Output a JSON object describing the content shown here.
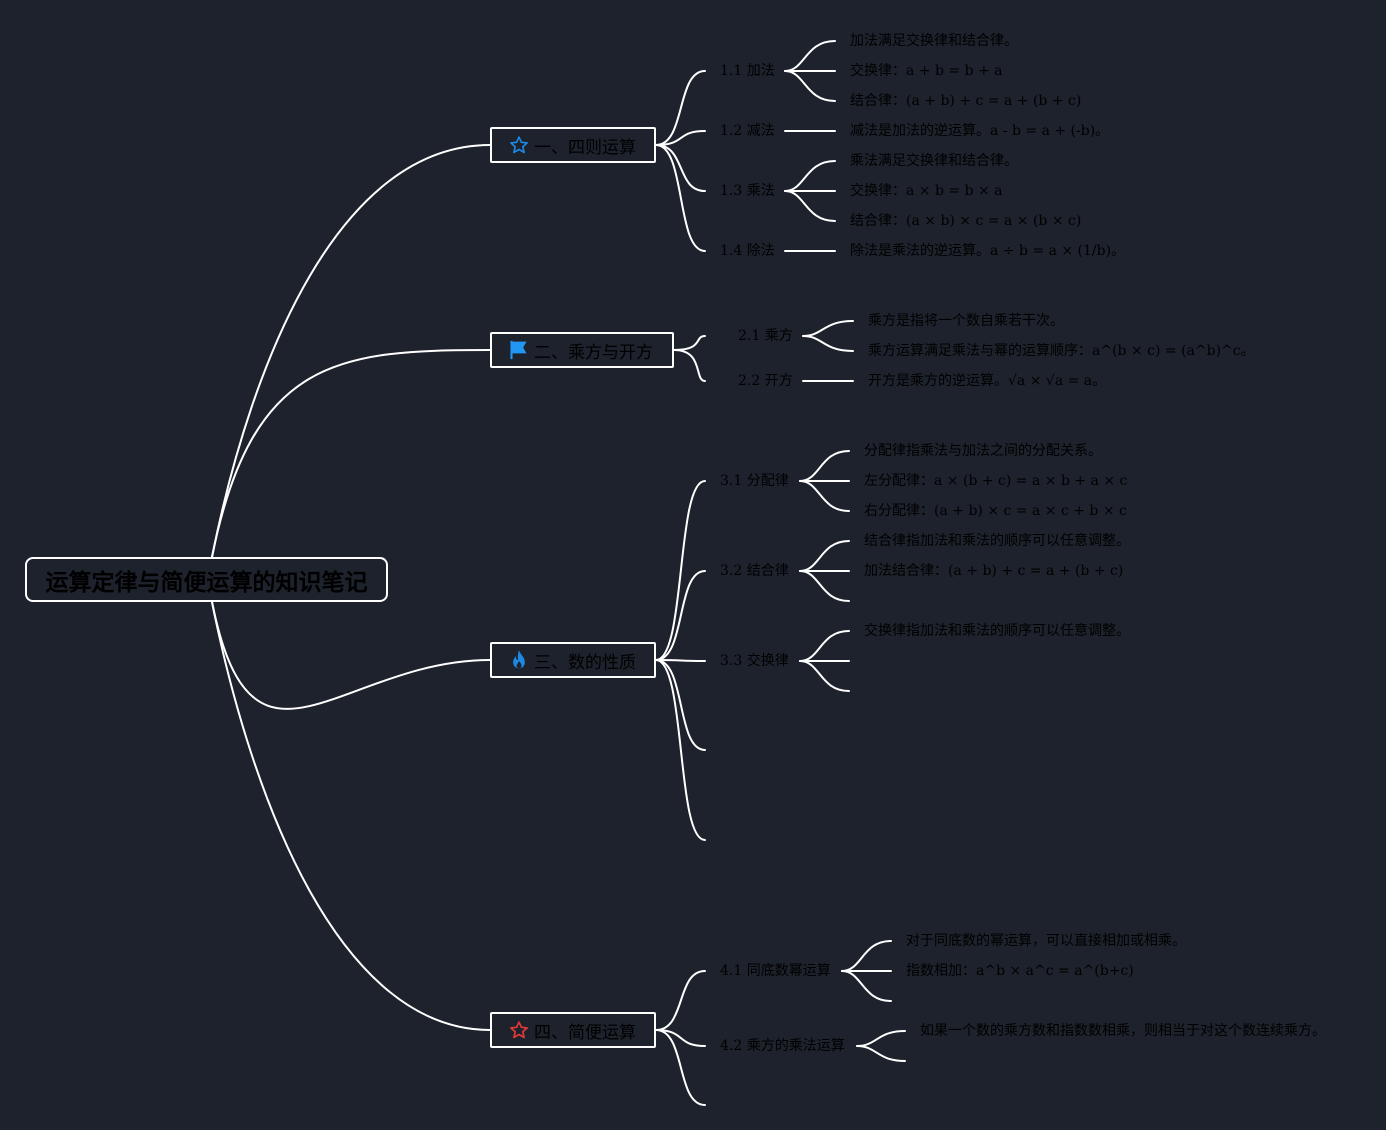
{
  "root": {
    "title": "运算定律与简便运算的知识笔记"
  },
  "branches": [
    {
      "label": "一、四则运算",
      "icon": "star-outline-icon",
      "icon_color": "#1e88e5",
      "children": [
        {
          "label": "1.1 加法",
          "leaves": [
            "加法满足交换律和结合律。",
            "交换律：a + b = b + a",
            "结合律：(a + b) + c = a + (b + c)"
          ]
        },
        {
          "label": "1.2 减法",
          "leaves": [
            "减法是加法的逆运算。a - b = a + (-b)。"
          ]
        },
        {
          "label": "1.3 乘法",
          "leaves": [
            "乘法满足交换律和结合律。",
            "交换律：a × b = b × a",
            "结合律：(a × b) × c = a × (b × c)"
          ]
        },
        {
          "label": "1.4 除法",
          "leaves": [
            "除法是乘法的逆运算。a ÷ b = a × (1/b)。"
          ]
        }
      ]
    },
    {
      "label": "二、乘方与开方",
      "icon": "flag-icon",
      "icon_color": "#2196f3",
      "children": [
        {
          "label": "2.1 乘方",
          "leaves": [
            "乘方是指将一个数自乘若干次。",
            "乘方运算满足乘法与幂的运算顺序：a^(b × c) = (a^b)^c。"
          ]
        },
        {
          "label": "2.2 开方",
          "leaves": [
            "开方是乘方的逆运算。√a × √a = a。"
          ]
        }
      ]
    },
    {
      "label": "三、数的性质",
      "icon": "fire-icon",
      "icon_color": "#1e88e5",
      "children": [
        {
          "label": "3.1 分配律",
          "leaves": [
            "分配律指乘法与加法之间的分配关系。",
            "左分配律：a × (b + c) = a × b + a × c",
            "右分配律：(a + b) × c = a × c + b × c"
          ]
        },
        {
          "label": "3.2 结合律",
          "leaves": [
            "结合律指加法和乘法的顺序可以任意调整。",
            "加法结合律：(a + b) + c = a + (b + c)",
            ""
          ]
        },
        {
          "label": "3.3 交换律",
          "leaves": [
            "交换律指加法和乘法的顺序可以任意调整。",
            "",
            ""
          ]
        },
        {
          "label": "",
          "leaves": []
        },
        {
          "label": "",
          "leaves": []
        }
      ]
    },
    {
      "label": "四、简便运算",
      "icon": "star-outline-icon",
      "icon_color": "#e53935",
      "children": [
        {
          "label": "4.1 同底数幂运算",
          "leaves": [
            "对于同底数的幂运算，可以直接相加或相乘。",
            "指数相加：a^b × a^c = a^(b+c)",
            ""
          ]
        },
        {
          "label": "4.2 乘方的乘法运算",
          "leaves": [
            "如果一个数的乘方数和指数数相乘，则相当于对这个数连续乘方。",
            ""
          ]
        },
        {
          "label": "",
          "leaves": []
        }
      ]
    }
  ]
}
